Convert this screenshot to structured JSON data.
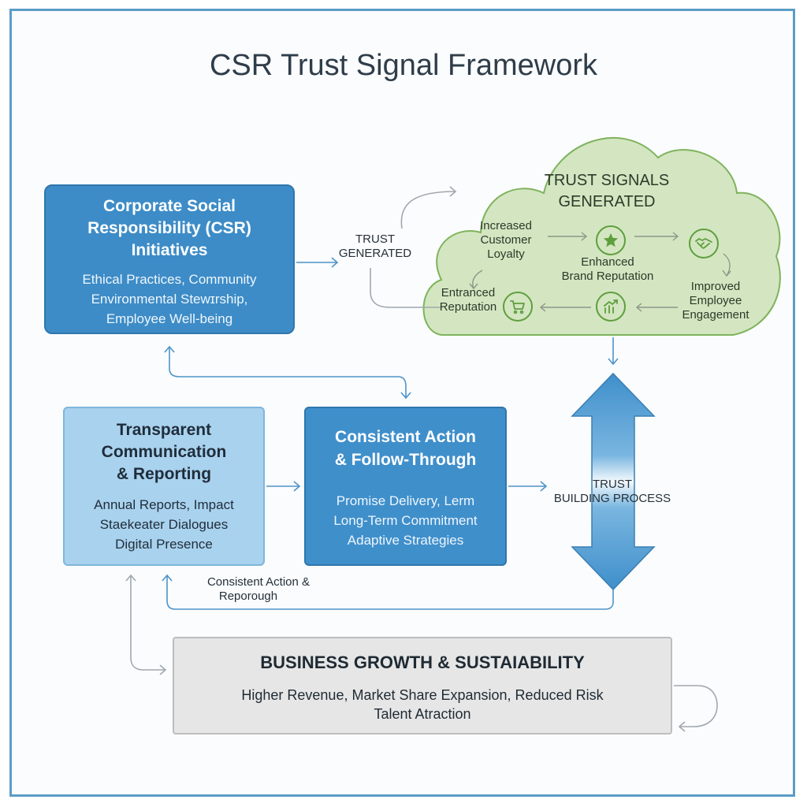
{
  "title": "CSR Trust Signal Framework",
  "csr_box": {
    "heading": [
      "Corporate Social",
      "Responsibility (CSR)",
      "Initiatives"
    ],
    "lines": [
      "Ethical Practices, Community",
      "Environmental Stewɪrship,",
      "Employee Well-being"
    ]
  },
  "trust_generated_label": [
    "TRUST",
    "GENERATED"
  ],
  "cloud": {
    "title": [
      "TRUST SIGNALS",
      "GENERATED"
    ],
    "items": {
      "customer_loyalty": [
        "Increased",
        "Customer",
        "Loyalty"
      ],
      "brand_reputation": [
        "Enhanced",
        "Brand Reputation"
      ],
      "employee_engagement": [
        "Improved",
        "Employee",
        "Engagement"
      ],
      "reputation": [
        "Entranced",
        "Reputation"
      ]
    },
    "icons": [
      "star-icon",
      "handshake-icon",
      "cart-icon",
      "growth-chart-icon"
    ]
  },
  "transparent_box": {
    "heading": [
      "Transparent",
      "Communication",
      "& Reporting"
    ],
    "lines": [
      "Annual Reports, Impact",
      "Staekeater Dialogues",
      "Digital Presence"
    ]
  },
  "consistent_box": {
    "heading": [
      "Consistent Action",
      "& Follow-Through"
    ],
    "lines": [
      "Promise Delivery, Lerm",
      "Long-Term Commitment",
      "Adaptive Strategies"
    ]
  },
  "trust_building_label": [
    "TRUST",
    "BUILDING PROCESS"
  ],
  "loop_label": [
    "Consistent Action &",
    "Reporough"
  ],
  "business_box": {
    "heading": "BUSINESS GROWTH & SUSTAIABILITY",
    "lines": [
      "Higher Revenue, Market Share Expansion, Reduced Risk",
      "Talent Atraction"
    ]
  },
  "colors": {
    "frame": "#5b9cc7",
    "primary_blue": "#3d8cc7",
    "light_blue": "#a9d2ee",
    "cloud_green": "#d3e6c1",
    "cloud_border": "#7fb35d",
    "gray": "#e6e6e6"
  }
}
